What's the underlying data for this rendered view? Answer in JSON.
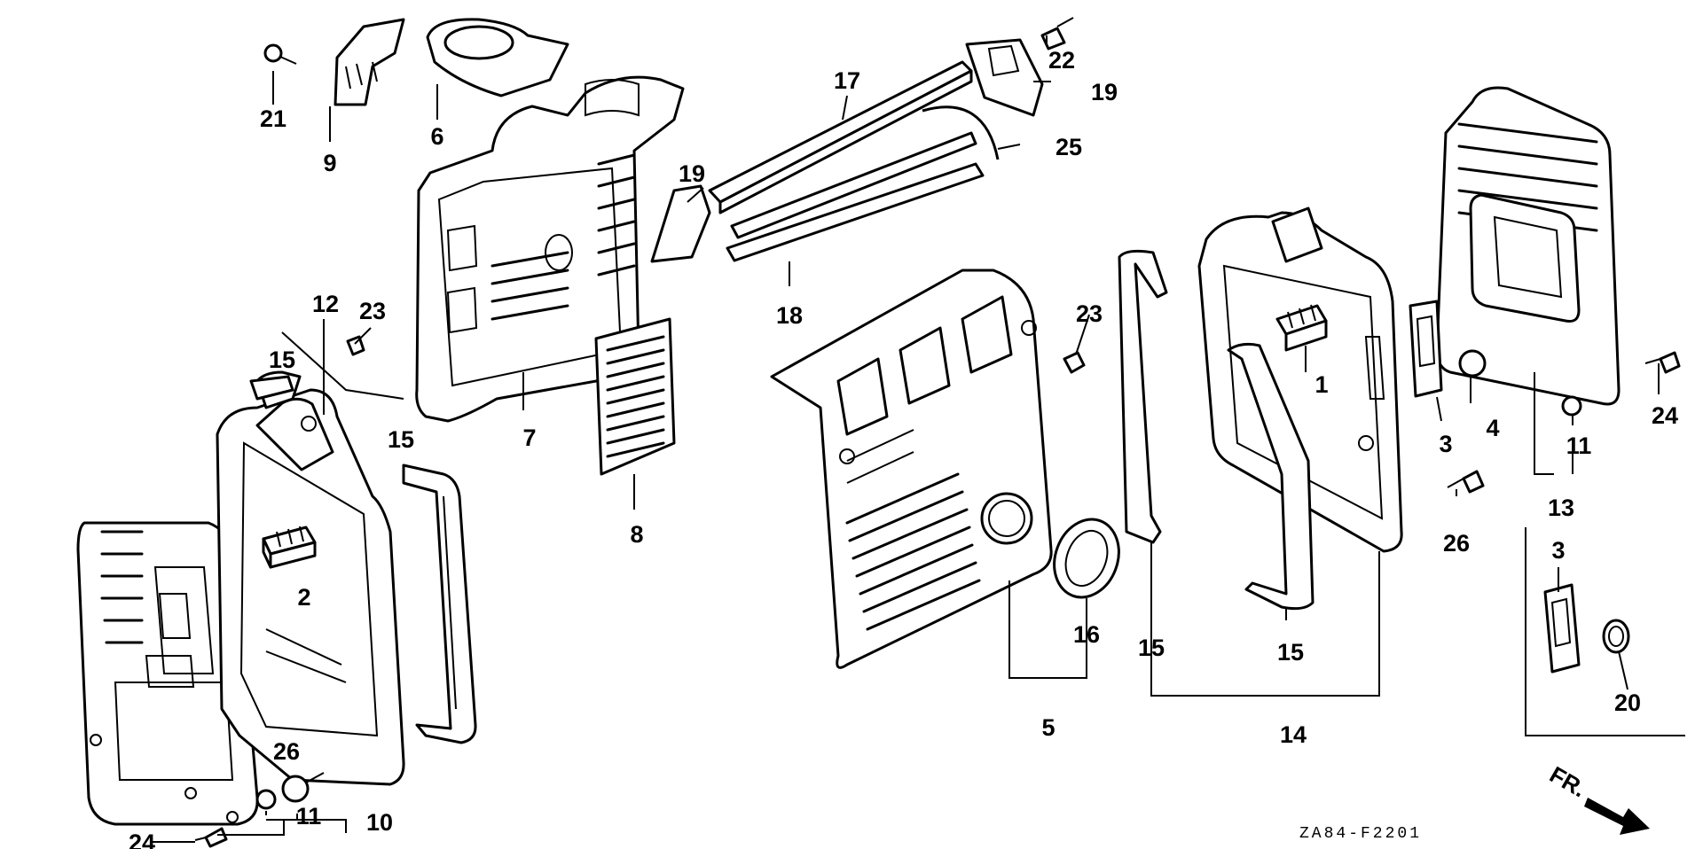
{
  "diagram": {
    "drawing_code": "ZA84-F2201",
    "direction_label": "FR.",
    "callouts": {
      "c1": "1",
      "c2": "2",
      "c3a": "3",
      "c3b": "3",
      "c4": "4",
      "c5": "5",
      "c6": "6",
      "c7": "7",
      "c8": "8",
      "c9": "9",
      "c10": "10",
      "c11a": "11",
      "c11b": "11",
      "c12": "12",
      "c13": "13",
      "c14": "14",
      "c15a": "15",
      "c15b": "15",
      "c15c": "15",
      "c15d": "15",
      "c16": "16",
      "c17": "17",
      "c18": "18",
      "c19a": "19",
      "c19b": "19",
      "c20": "20",
      "c21": "21",
      "c22": "22",
      "c23a": "23",
      "c23b": "23",
      "c24a": "24",
      "c24b": "24",
      "c25": "25",
      "c26a": "26",
      "c26b": "26"
    }
  }
}
